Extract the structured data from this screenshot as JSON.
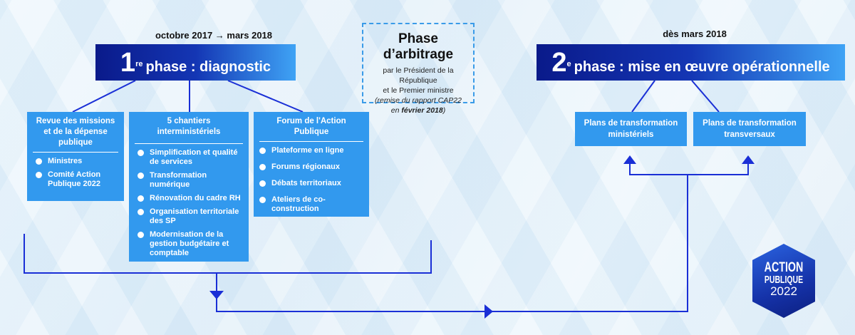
{
  "phase1": {
    "dates": "octobre 2017 → mars 2018",
    "number": "1",
    "superscript": "re",
    "label": "phase : diagnostic",
    "boxes": [
      {
        "title": "Revue des missions et de la dépense publique",
        "items": [
          "Ministres",
          "Comité Action Publique 2022"
        ]
      },
      {
        "title": "5 chantiers interministériels",
        "items": [
          "Simplification et qualité de services",
          "Transformation numérique",
          "Rénovation du cadre RH",
          "Organisation territoriale des SP",
          "Modernisation de la gestion budgétaire et comptable"
        ]
      },
      {
        "title": "Forum de l'Action Publique",
        "items": [
          "Plateforme en ligne",
          "Forums régionaux",
          "Débats territoriaux",
          "Ateliers de co-construction"
        ]
      }
    ]
  },
  "arbitrage": {
    "title": "Phase d’arbitrage",
    "line1": "par le Président de la République",
    "line2": "et le Premier ministre",
    "line3": "(remise du rapport CAP22",
    "line4_prefix": "en ",
    "line4_bold": "février 2018",
    "line4_suffix": ")"
  },
  "phase2": {
    "dates": "dès mars 2018",
    "number": "2",
    "superscript": "e",
    "label": "phase : mise en œuvre opérationnelle",
    "boxes": [
      "Plans de transformation ministériels",
      "Plans de transformation transversaux"
    ]
  },
  "logo": {
    "line1": "ACTION",
    "line2": "PUBLIQUE",
    "line3": "2022"
  },
  "colors": {
    "line": "#1a2fd6",
    "box": "#3299ee",
    "phase_dark": "#0a1a8a"
  }
}
